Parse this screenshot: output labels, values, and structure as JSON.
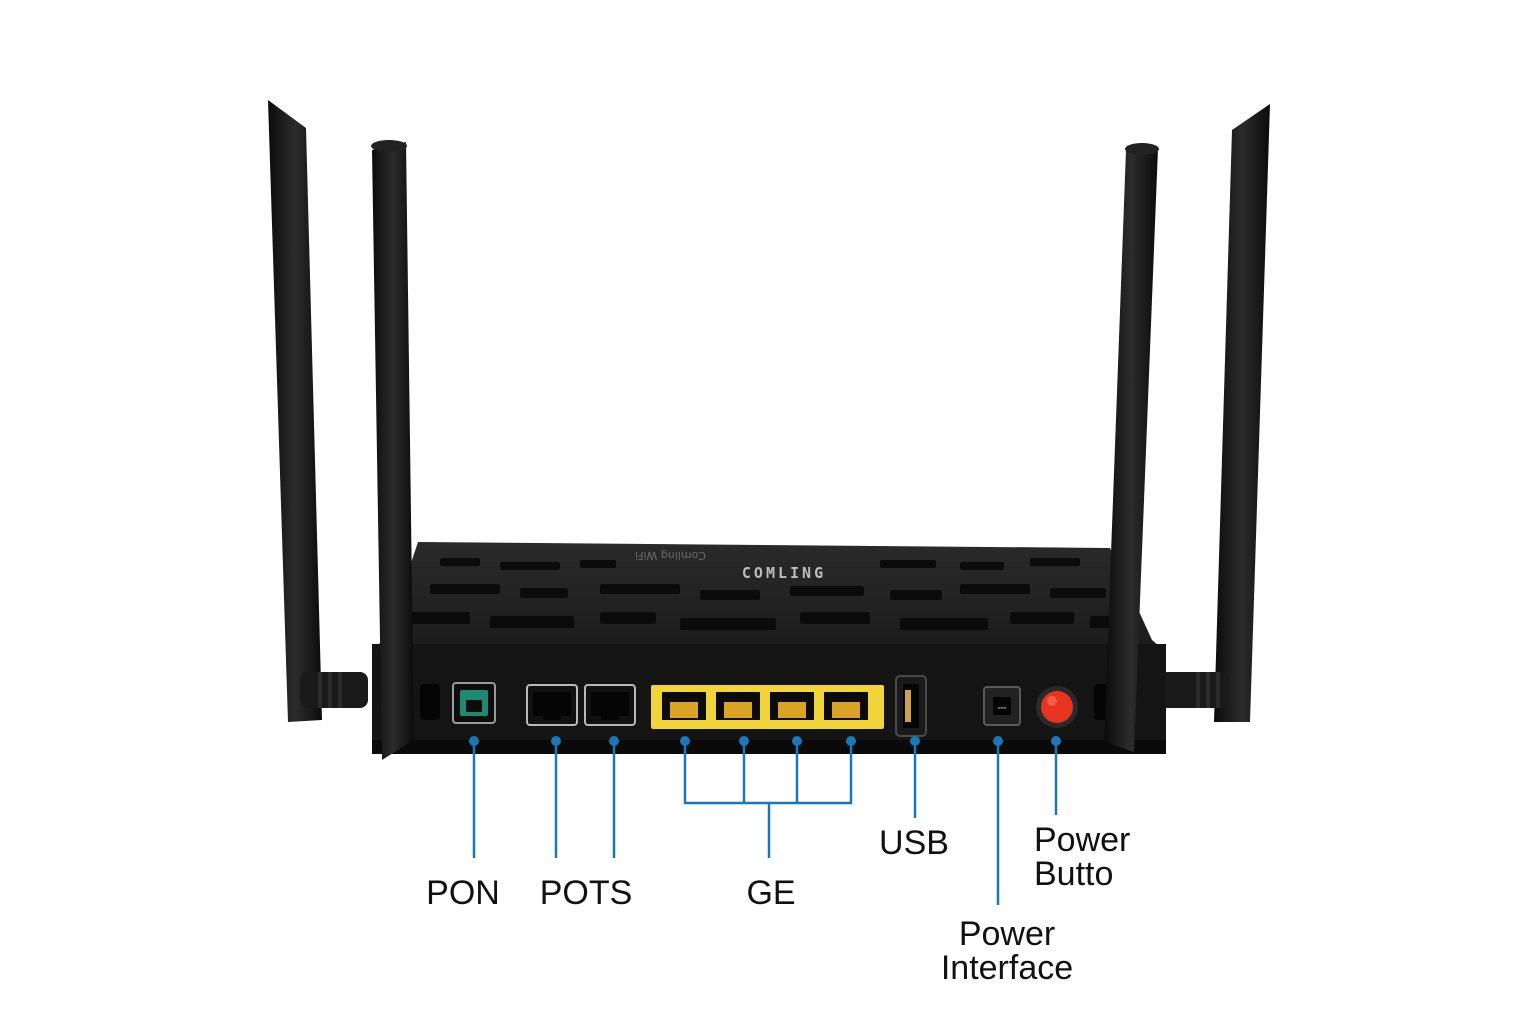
{
  "device": {
    "brand_text": "COMLING",
    "top_text": "Comling WiFi"
  },
  "labels": {
    "pon": "PON",
    "pots": "POTS",
    "ge": "GE",
    "usb": "USB",
    "power_interface_line1": "Power",
    "power_interface_line2": "Interface",
    "power_button_line1": "Power",
    "power_button_line2": "Butto"
  },
  "colors": {
    "callout": "#1a78b8",
    "device": "#151515",
    "ge_ports": "#f1d33a",
    "power_button": "#e8341f",
    "pon_port": "#1f8a74"
  }
}
